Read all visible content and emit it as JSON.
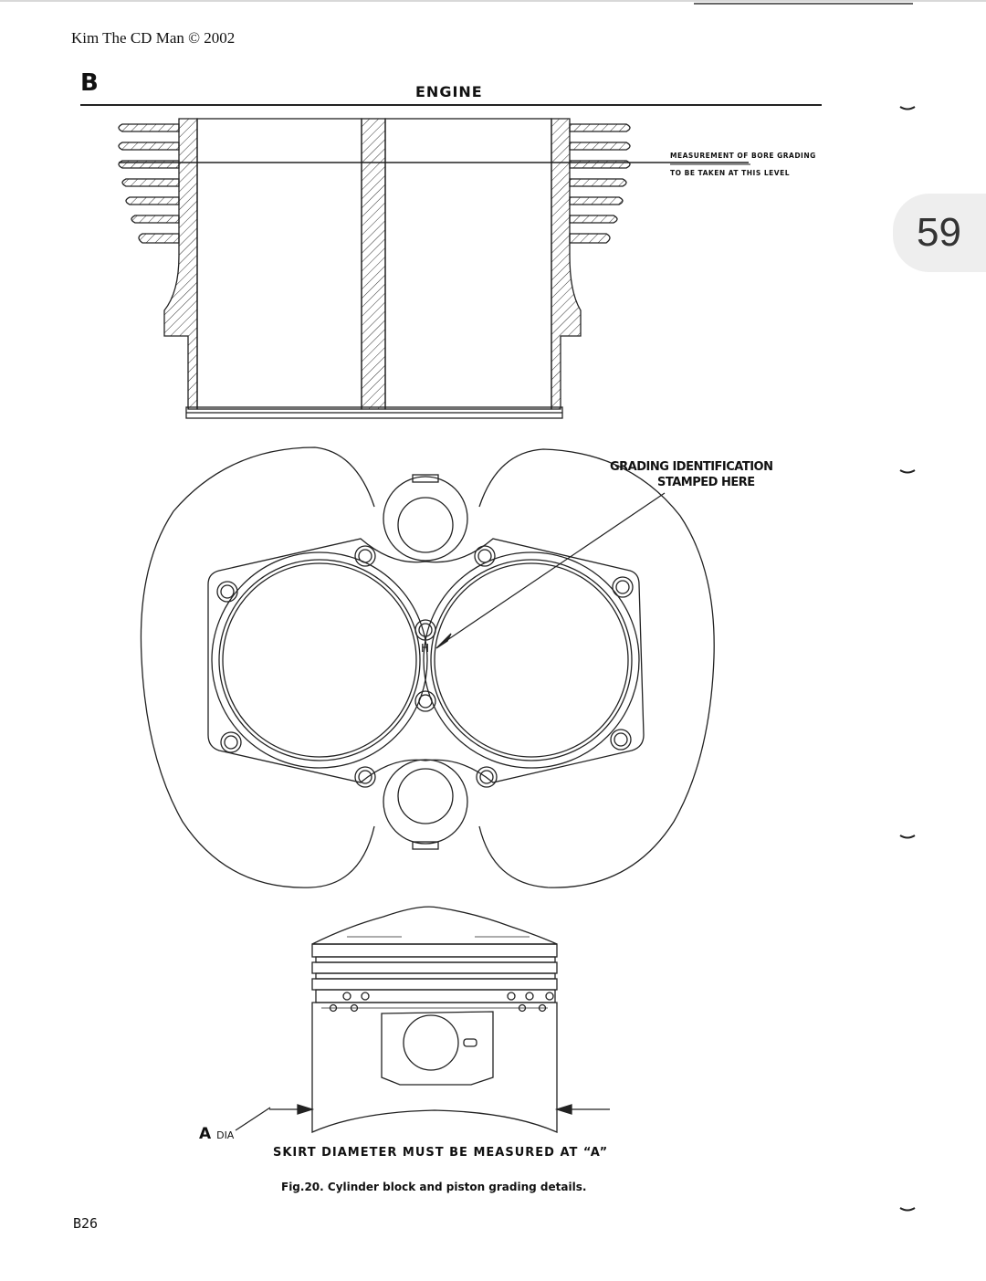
{
  "header": {
    "copyright": "Kim The CD Man © 2002",
    "section_letter": "B",
    "section_title": "ENGINE"
  },
  "page_badge": "59",
  "labels": {
    "bore_line_1": "MEASUREMENT OF BORE GRADING",
    "bore_line_2": "TO BE TAKEN AT THIS LEVEL",
    "grading_line_1": "GRADING IDENTIFICATION",
    "grading_line_2": "STAMPED HERE",
    "h_mark": "H",
    "a_letter": "A",
    "a_dia": "DIA",
    "skirt": "SKIRT DIAMETER MUST BE MEASURED AT “A”",
    "caption_fig": "Fig.20.",
    "caption_text": "Cylinder block and piston grading details."
  },
  "footer": {
    "page_number": "B26"
  }
}
